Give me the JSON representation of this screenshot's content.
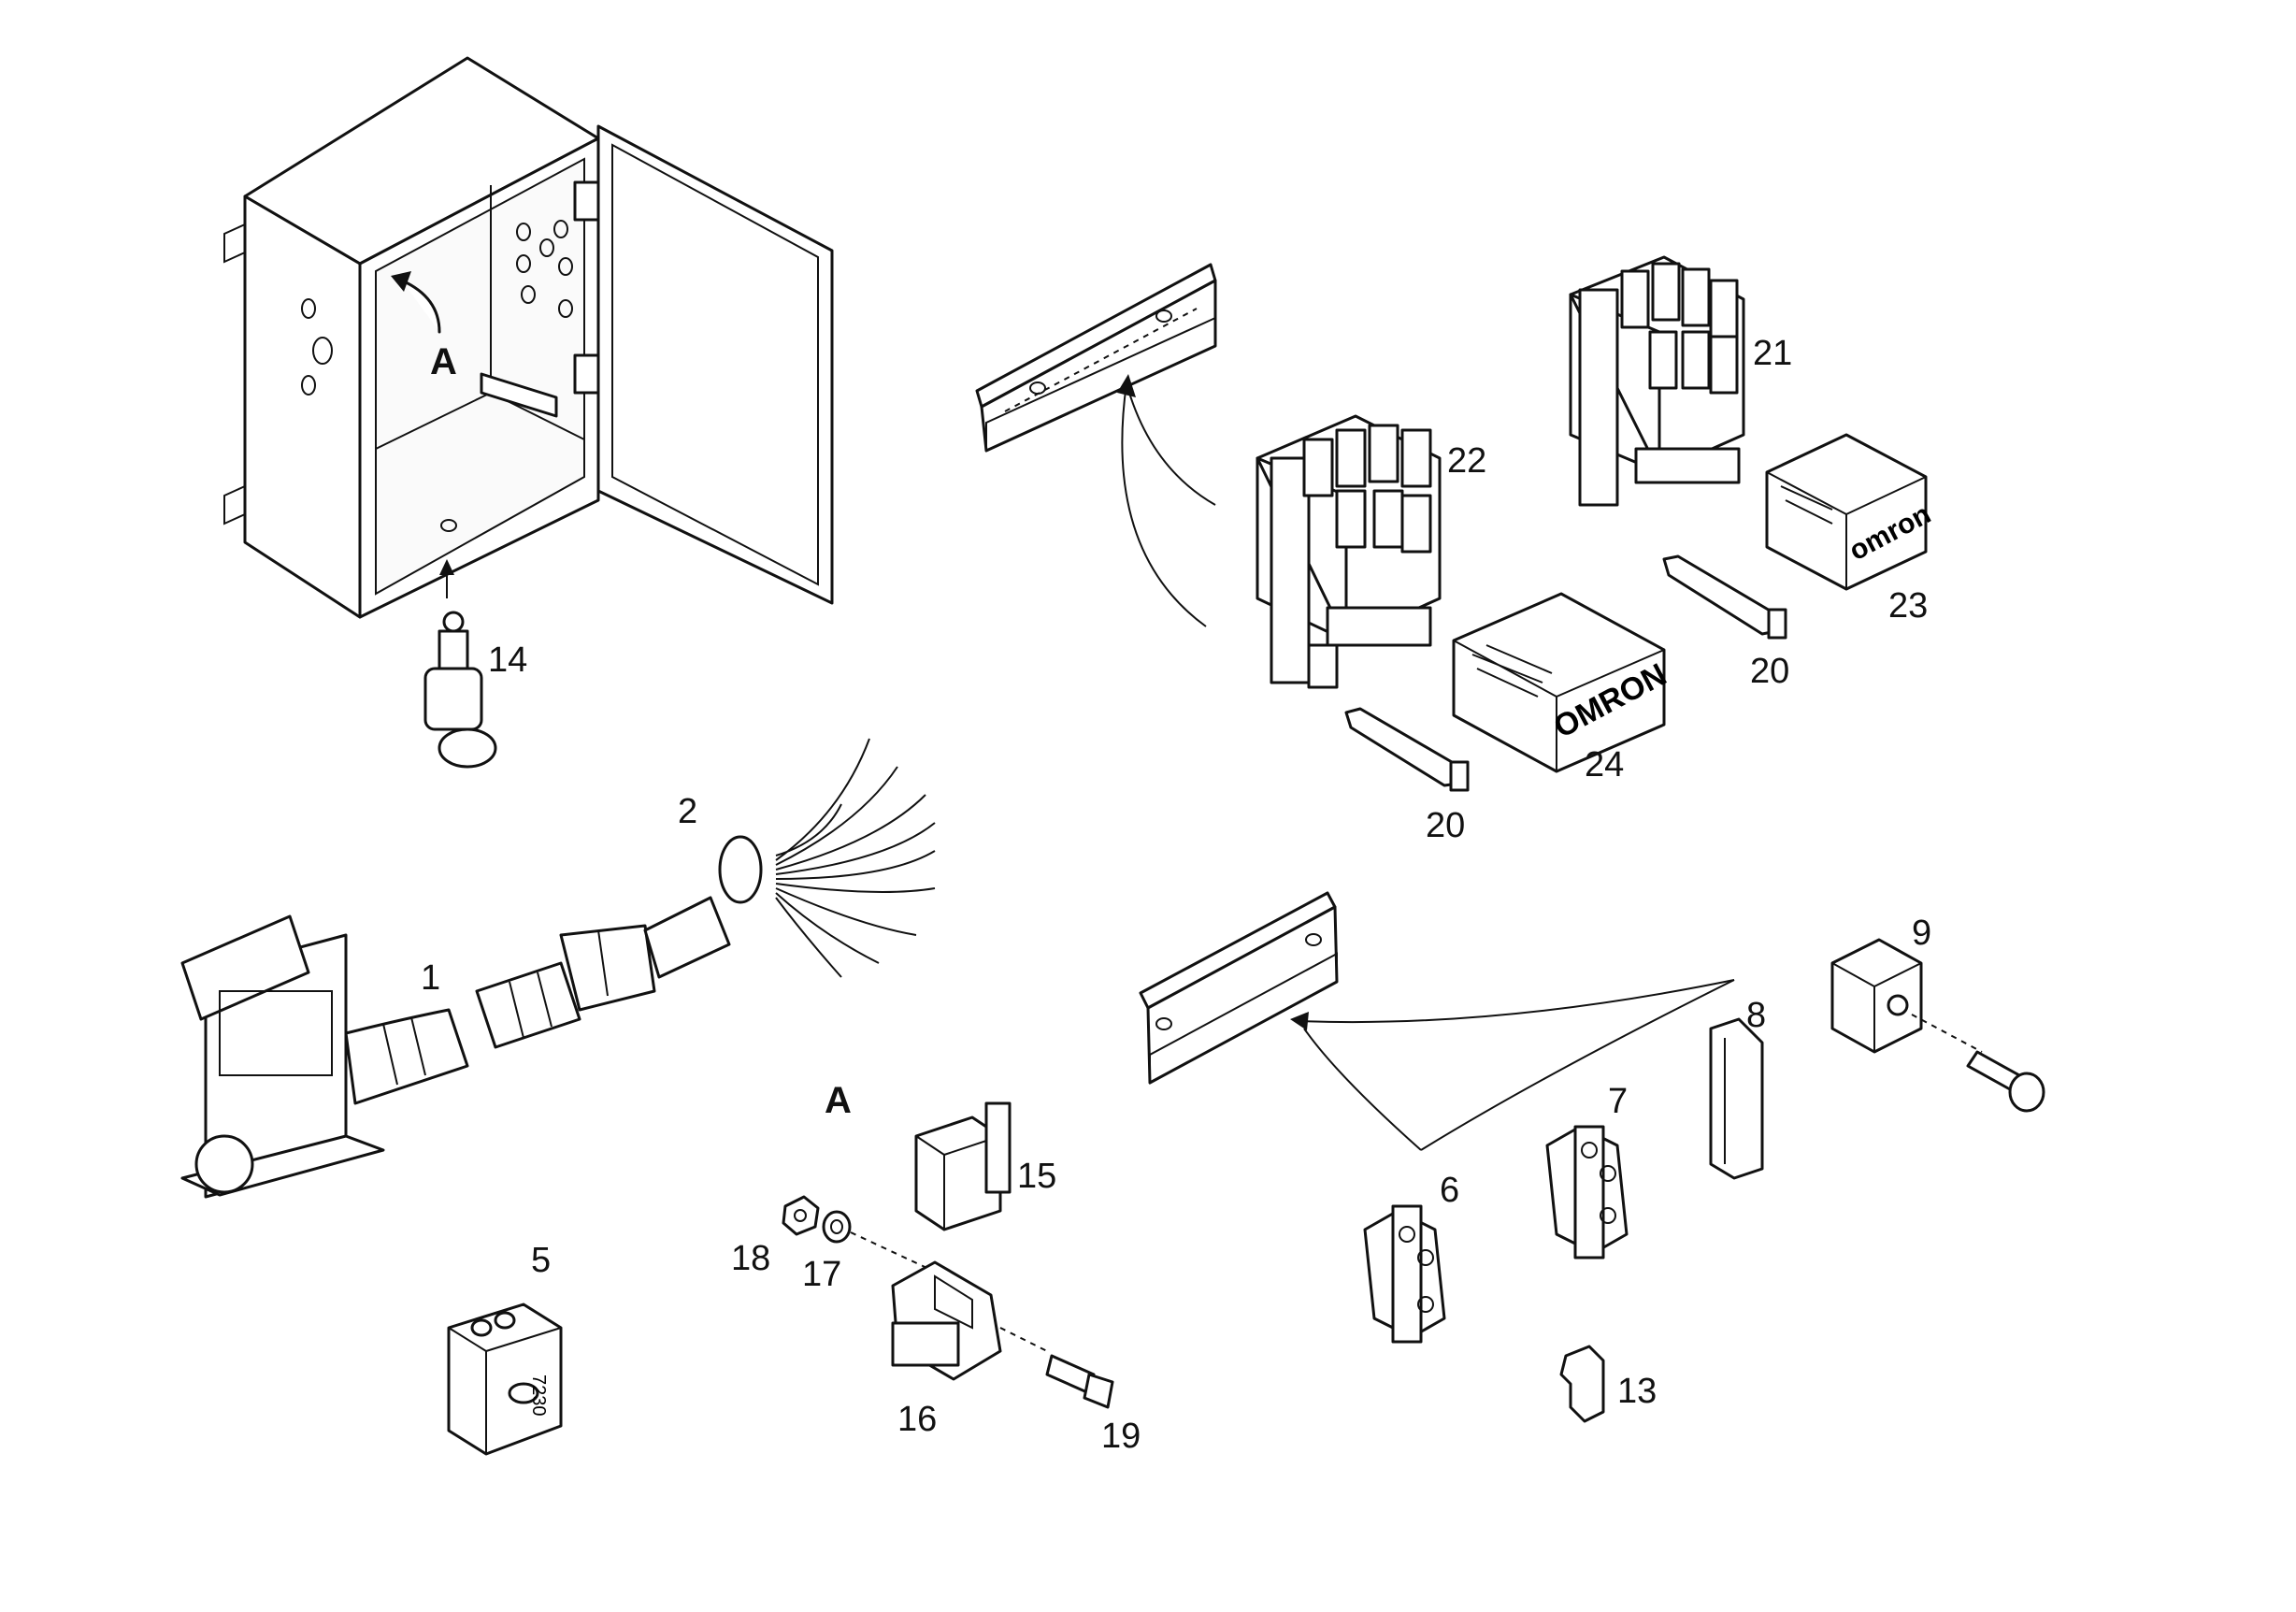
{
  "labels": {
    "p1": "1",
    "p2": "2",
    "p5": "5",
    "p6": "6",
    "p7": "7",
    "p8": "8",
    "p9": "9",
    "p13": "13",
    "p14": "14",
    "p15": "15",
    "p16": "16",
    "p17": "17",
    "p18": "18",
    "p19": "19",
    "p20a": "20",
    "p20b": "20",
    "p21": "21",
    "p22": "22",
    "p23": "23",
    "p24": "24",
    "detailA_arrow": "A",
    "detailA_section": "A"
  },
  "relay_brand_24": "OMRON",
  "relay_brand_23": "omron",
  "relay_code_5": "7230"
}
